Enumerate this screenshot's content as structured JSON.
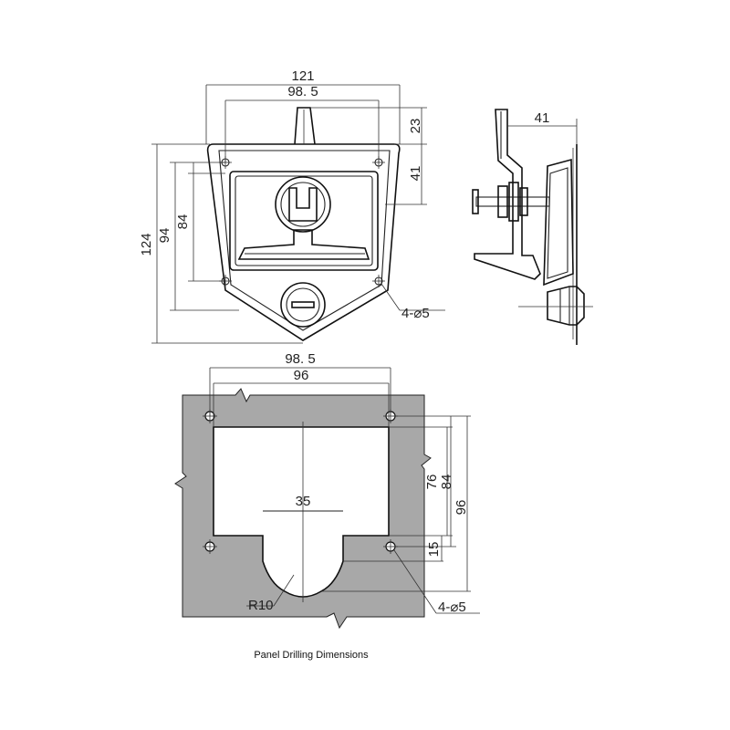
{
  "front_view": {
    "dims": {
      "overall_width": "121",
      "hole_spacing_width": "98. 5",
      "top_boss": "23",
      "hole_to_top": "41",
      "overall_height": "124",
      "body_height": "94",
      "hole_spacing_height": "84",
      "holes": "4-⌀5"
    }
  },
  "side_view": {
    "dims": {
      "depth": "41"
    }
  },
  "cutout_view": {
    "dims": {
      "outer_width": "98. 5",
      "inner_width": "96",
      "slot_width": "35",
      "radius": "R10",
      "height_76": "76",
      "height_84": "84",
      "height_96": "96",
      "height_15": "15",
      "holes": "4-⌀5"
    },
    "caption": "Panel Drilling Dimensions"
  }
}
